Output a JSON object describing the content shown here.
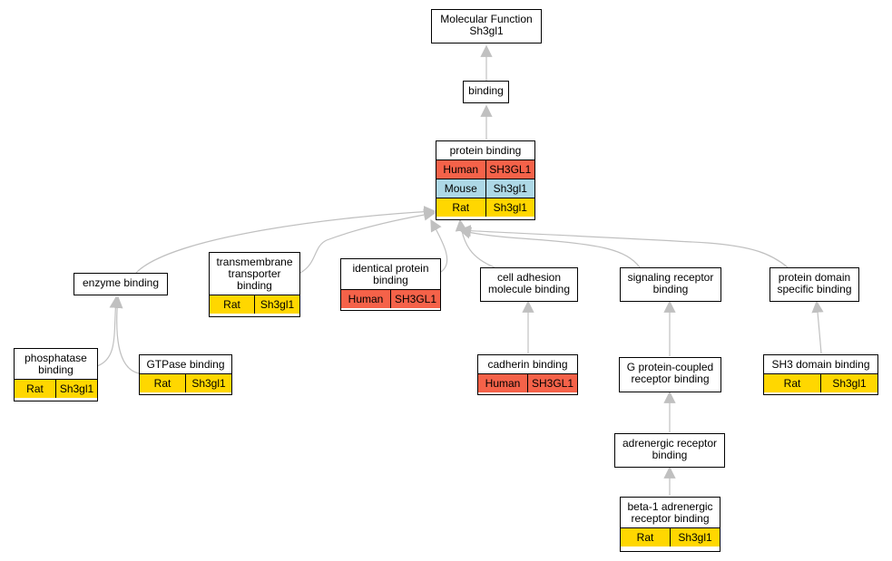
{
  "root": {
    "label": "Molecular Function\nSh3gl1"
  },
  "nodes": {
    "binding": {
      "label": "binding"
    },
    "protein_binding": {
      "label": "protein binding"
    },
    "enzyme_binding": {
      "label": "enzyme binding"
    },
    "transmembrane": {
      "label": "transmembrane\ntransporter\nbinding"
    },
    "identical_protein": {
      "label": "identical protein\nbinding"
    },
    "cell_adhesion": {
      "label": "cell adhesion\nmolecule binding"
    },
    "signaling_receptor": {
      "label": "signaling receptor\nbinding"
    },
    "protein_domain": {
      "label": "protein domain\nspecific binding"
    },
    "phosphatase": {
      "label": "phosphatase\nbinding"
    },
    "gtpase": {
      "label": "GTPase binding"
    },
    "cadherin": {
      "label": "cadherin binding"
    },
    "gpcr": {
      "label": "G protein-coupled\nreceptor binding"
    },
    "sh3_domain": {
      "label": "SH3 domain binding"
    },
    "adrenergic": {
      "label": "adrenergic receptor\nbinding"
    },
    "beta1": {
      "label": "beta-1 adrenergic\nreceptor binding"
    }
  },
  "annotations": {
    "protein_binding": [
      {
        "species": "Human",
        "gene": "SH3GL1"
      },
      {
        "species": "Mouse",
        "gene": "Sh3gl1"
      },
      {
        "species": "Rat",
        "gene": "Sh3gl1"
      }
    ],
    "transmembrane": [
      {
        "species": "Rat",
        "gene": "Sh3gl1"
      }
    ],
    "identical_protein": [
      {
        "species": "Human",
        "gene": "SH3GL1"
      }
    ],
    "phosphatase": [
      {
        "species": "Rat",
        "gene": "Sh3gl1"
      }
    ],
    "gtpase": [
      {
        "species": "Rat",
        "gene": "Sh3gl1"
      }
    ],
    "cadherin": [
      {
        "species": "Human",
        "gene": "SH3GL1"
      }
    ],
    "sh3_domain": [
      {
        "species": "Rat",
        "gene": "Sh3gl1"
      }
    ],
    "beta1": [
      {
        "species": "Rat",
        "gene": "Sh3gl1"
      }
    ]
  },
  "colors": {
    "human": "#f56249",
    "mouse": "#add8e6",
    "rat": "#ffd700",
    "edge": "#c0c0c0"
  }
}
